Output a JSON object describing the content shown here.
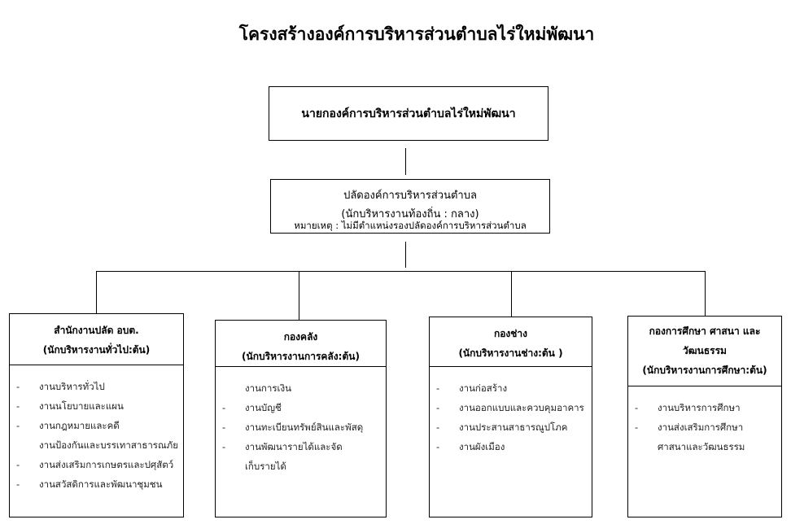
{
  "title": "โครงสร้างองค์การบริหารส่วนตำบลไร่ใหม่พัฒนา",
  "chief": {
    "label": "นายกองค์การบริหารส่วนตำบลไร่ใหม่พัฒนา"
  },
  "deputy": {
    "label": "ปลัดองค์การบริหารส่วนตำบล",
    "position": "(นักบริหารงานท้องถิ่น : กลาง)",
    "note": "หมายเหตุ : ไม่มีตำแหน่งรองปลัดองค์การบริหารส่วนตำบล"
  },
  "departments": [
    {
      "name": "สำนักงานปลัด อบต.",
      "position": "(นักบริหารงานทั่วไป:ต้น)",
      "items": [
        {
          "dash": "-",
          "text": "งานบริหารทั่วไป"
        },
        {
          "dash": "-",
          "text": "งานนโยบายและแผน"
        },
        {
          "dash": "-",
          "text": "งานกฎหมายและคดี"
        },
        {
          "dash": "",
          "text": "งานป้องกันและบรรเทาสาธารณภัย"
        },
        {
          "dash": "-",
          "text": "งานส่งเสริมการเกษตรและปศุสัตว์"
        },
        {
          "dash": "-",
          "text": "งานสวัสดิการและพัฒนาชุมชน"
        }
      ]
    },
    {
      "name": "กองคลัง",
      "position": "(นักบริหารงานการคลัง:ต้น)",
      "items": [
        {
          "dash": "",
          "text": "งานการเงิน"
        },
        {
          "dash": "-",
          "text": "งานบัญชี"
        },
        {
          "dash": "-",
          "text": "งานทะเบียนทรัพย์สินและพัสดุ"
        },
        {
          "dash": "-",
          "text": "งานพัฒนารายได้และจัด"
        },
        {
          "dash": "",
          "text": "เก็บรายได้"
        }
      ]
    },
    {
      "name": "กองช่าง",
      "position": "(นักบริหารงานช่าง:ต้น )",
      "items": [
        {
          "dash": "-",
          "text": "งานก่อสร้าง"
        },
        {
          "dash": "-",
          "text": "งานออกแบบและควบคุมอาคาร"
        },
        {
          "dash": "-",
          "text": "งานประสานสาธารณูปโภค"
        },
        {
          "dash": "-",
          "text": "งานผังเมือง"
        }
      ]
    },
    {
      "name": "กองการศึกษา ศาสนา และวัฒนธรรม",
      "position": "(นักบริหารงานการศึกษา:ต้น)",
      "items": [
        {
          "dash": "-",
          "text": "งานบริหารการศึกษา"
        },
        {
          "dash": "-",
          "text": "งานส่งเสริมการศึกษา"
        },
        {
          "dash": "",
          "text": "ศาสนาและวัฒนธรรม"
        }
      ]
    }
  ]
}
